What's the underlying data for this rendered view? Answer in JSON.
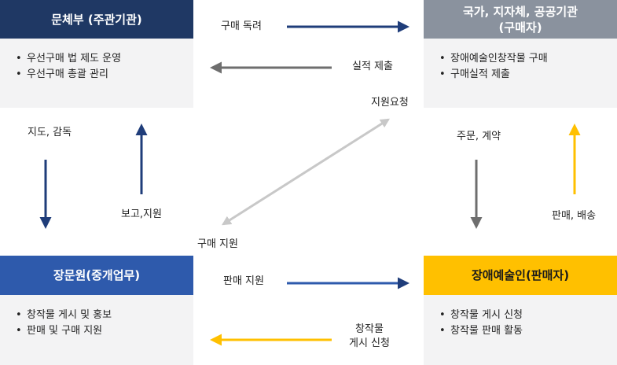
{
  "boxes": {
    "ministry": {
      "title": "문체부 (주관기관)",
      "items": [
        "우선구매 법 제도 운영",
        "우선구매 총괄 관리"
      ],
      "color": "#1f3864"
    },
    "buyers": {
      "title_line1": "국가, 지자체, 공공기관",
      "title_line2": "(구매자)",
      "items": [
        "장애예술인창작물 구매",
        "구매실적 제출"
      ],
      "color": "#8a929e"
    },
    "agency": {
      "title": "장문원(중개업무)",
      "items": [
        "창작물 게시 및 홍보",
        "판매 및 구매 지원"
      ],
      "color": "#2e5aac"
    },
    "artists": {
      "title": "장애예술인(판매자)",
      "items": [
        "창작물 게시 신청",
        "창작물 판매 활동"
      ],
      "color": "#ffc000"
    }
  },
  "flows": {
    "purchase_encourage": "구매 독려",
    "performance_submit": "실적 제출",
    "support_request": "지원요청",
    "purchase_support": "구매 지원",
    "guidance": "지도, 감독",
    "report_support": "보고,지원",
    "order_contract": "주문, 계약",
    "sale_delivery": "판매, 배송",
    "sale_support": "판매 지원",
    "work_line1": "창작물",
    "work_line2": "게시 신청"
  },
  "colors": {
    "navy_arrow": "#1f3d7a",
    "gray_arrow": "#6e6e6e",
    "yellow_arrow": "#ffc000",
    "diagonal_arrow": "#c8c8c8",
    "body_bg": "#f3f3f4"
  }
}
